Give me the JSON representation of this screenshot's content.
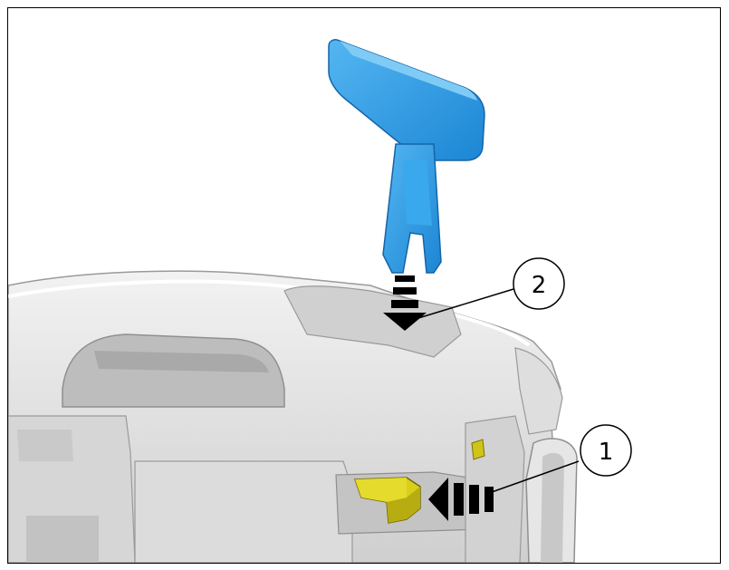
{
  "figure": {
    "callouts": [
      {
        "id": "1",
        "label": "1"
      },
      {
        "id": "2",
        "label": "2"
      }
    ]
  },
  "colors": {
    "tool": "#2f9fe6",
    "tool_dark": "#1f7fc4",
    "latch": "#d9cf1a",
    "latch_dark": "#a39a0e",
    "housing": "#e2e2e2",
    "housing_shadow": "#b9b9b9",
    "outline": "#000000"
  }
}
